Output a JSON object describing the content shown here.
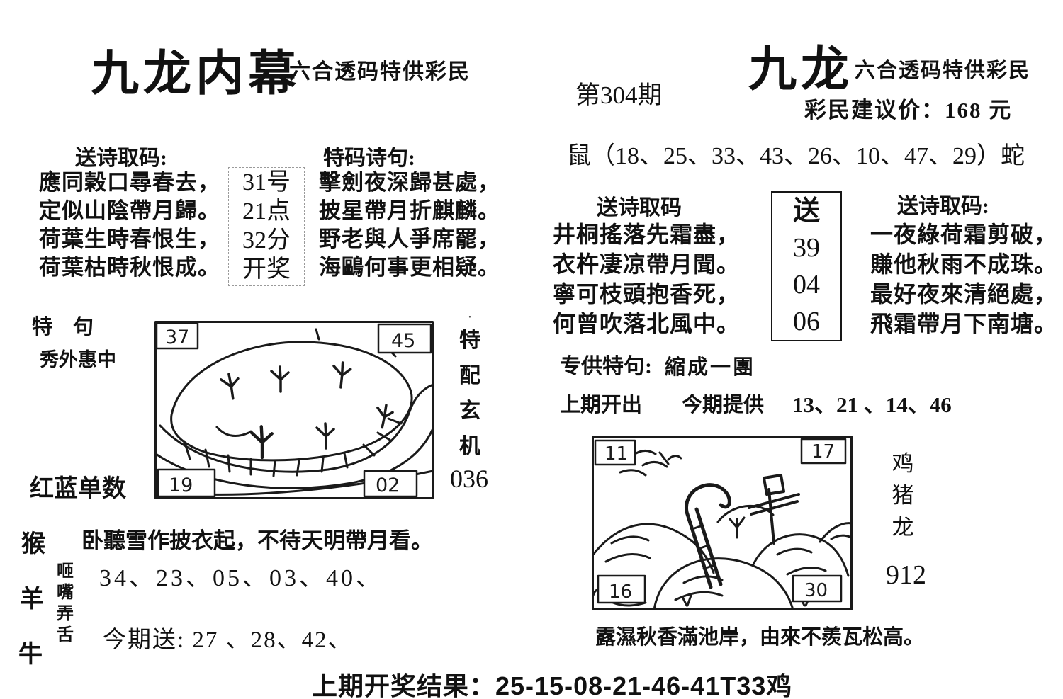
{
  "header": {
    "left_title": "九龙内幕",
    "left_subtitle": "六合透码特供彩民",
    "issue": "第304期",
    "right_title": "九龙",
    "right_subtitle": "六合透码特供彩民",
    "price": "彩民建议价：168 元"
  },
  "zodiac_line": "鼠（18、25、33、43、26、10、47、29）蛇",
  "left_poem": {
    "heading": "送诗取码:",
    "lines": [
      "應同榖口尋春去，",
      "定似山陰帶月歸。",
      "荷葉生時春恨生，",
      "荷葉枯時秋恨成。"
    ],
    "box": [
      "31号",
      "21点",
      "32分",
      "开奖"
    ]
  },
  "middle_poem": {
    "heading": "特码诗句:",
    "lines": [
      "擊劍夜深歸甚處，",
      "披星帶月折麒麟。",
      "野老與人爭席罷，",
      "海鷗何事更相疑。"
    ]
  },
  "right_poem1": {
    "heading": "送诗取码",
    "lines": [
      "井桐搖落先霜盡，",
      "衣杵凄凉帶月聞。",
      "寧可枝頭抱香死，",
      "何曾吹落北風中。"
    ],
    "box": [
      "送",
      "39",
      "04",
      "06"
    ]
  },
  "right_poem2": {
    "heading": "送诗取码:",
    "lines": [
      "一夜綠荷霜剪破，",
      "賺他秋雨不成珠。",
      "最好夜來清絕處，",
      "飛霜帶月下南塘。"
    ]
  },
  "special": {
    "label": "专供特句:",
    "value": "縮成一團",
    "prev_label": "上期开出",
    "current_label": "今期提供",
    "numbers": "13、21 、14、46"
  },
  "left_panel": {
    "te_ju": "特　句",
    "xiu_phrase": "秀外惠中",
    "hong_lan": "红蓝单数",
    "dot": "·",
    "corners": {
      "tl": "37",
      "tr": "45",
      "bl": "19",
      "br": "02"
    },
    "vertical": [
      "特",
      "配",
      "玄",
      "机"
    ],
    "number": "036"
  },
  "bottom_left": {
    "zodiac_col": [
      "猴",
      "羊",
      "牛"
    ],
    "idiom_col": [
      "咂",
      "嘴",
      "弄",
      "舌"
    ],
    "poem_line": "卧聽雪作披衣起，不待天明帶月看。",
    "numbers": "34、23、05、03、40、",
    "gift": "今期送: 27 、28、42、"
  },
  "right_panel": {
    "corners": {
      "tl": "11",
      "tr": "17",
      "bl": "16",
      "br": "30"
    },
    "vertical": [
      "鸡",
      "猪",
      "龙"
    ],
    "number": "912",
    "caption": "露濕秋香滿池岸，由來不羨瓦松高。"
  },
  "footer": "上期开奖结果：25-15-08-21-46-41T33鸡"
}
